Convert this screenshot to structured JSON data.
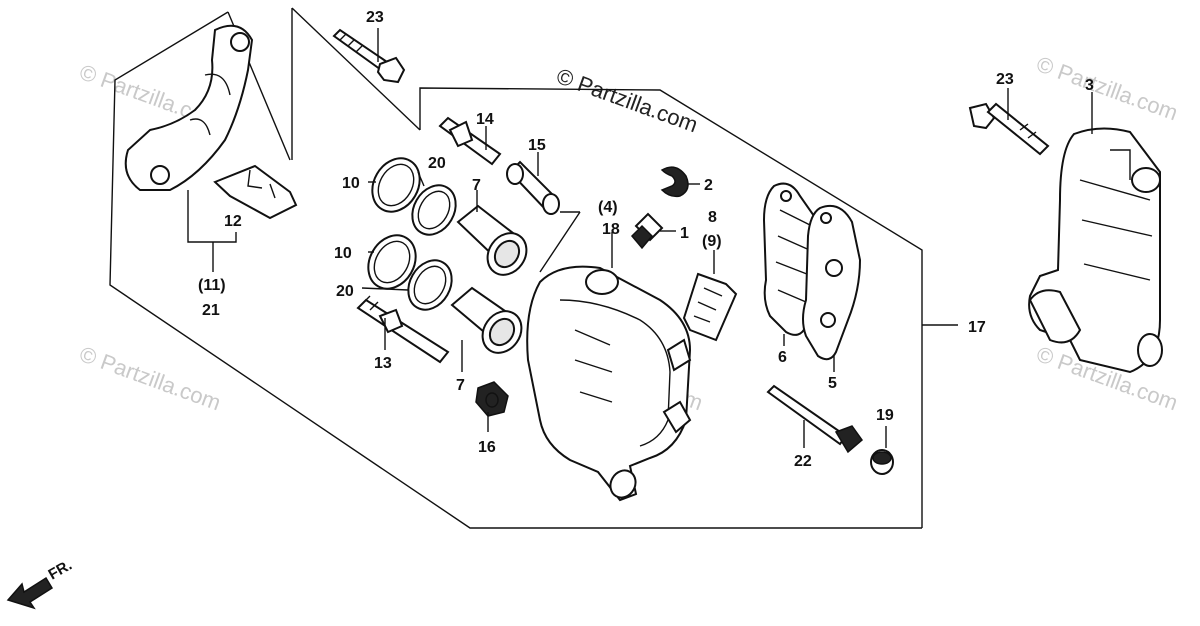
{
  "watermarks": {
    "center": "© Partzilla.com",
    "faint": "© Partzilla.com"
  },
  "front_indicator": "FR.",
  "callouts": {
    "c1": "1",
    "c2": "2",
    "c3": "3",
    "c4": "(4)",
    "c5": "5",
    "c6": "6",
    "c7a": "7",
    "c7b": "7",
    "c8": "8",
    "c9": "(9)",
    "c10a": "10",
    "c10b": "10",
    "c11": "(11)",
    "c12": "12",
    "c13": "13",
    "c14": "14",
    "c15": "15",
    "c16": "16",
    "c17": "17",
    "c18": "18",
    "c19": "19",
    "c20a": "20",
    "c20b": "20",
    "c21": "21",
    "c22": "22",
    "c23a": "23",
    "c23b": "23"
  }
}
